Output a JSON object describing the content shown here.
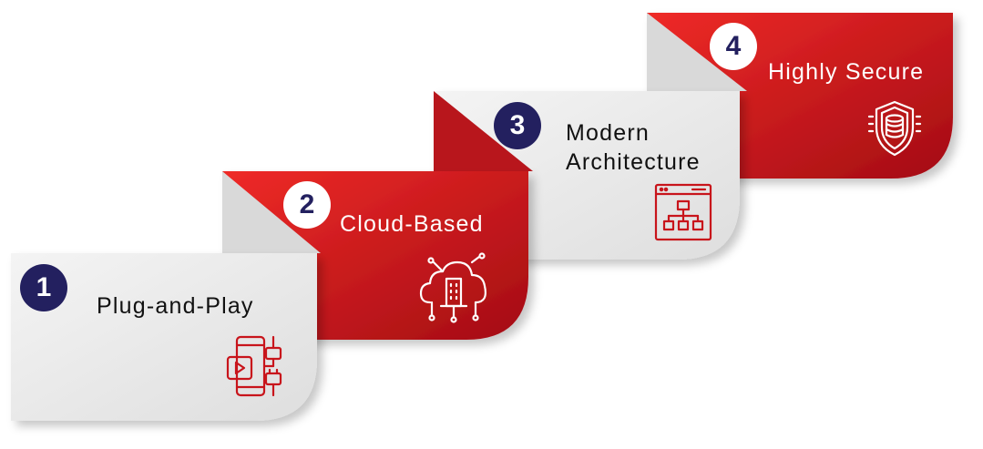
{
  "colors": {
    "red": "#d51f25",
    "red_dark": "#a50f16",
    "grey": "#e9e9e9",
    "grey_fold": "#cfcfcf",
    "navy": "#23205f"
  },
  "steps": [
    {
      "number": "1",
      "label": "Plug-and-Play",
      "icon": "plug-and-play-icon"
    },
    {
      "number": "2",
      "label": "Cloud-Based",
      "icon": "cloud-building-icon"
    },
    {
      "number": "3",
      "label_line1": "Modern",
      "label_line2": "Architecture",
      "icon": "architecture-window-icon"
    },
    {
      "number": "4",
      "label": "Highly Secure",
      "icon": "shield-database-icon"
    }
  ]
}
